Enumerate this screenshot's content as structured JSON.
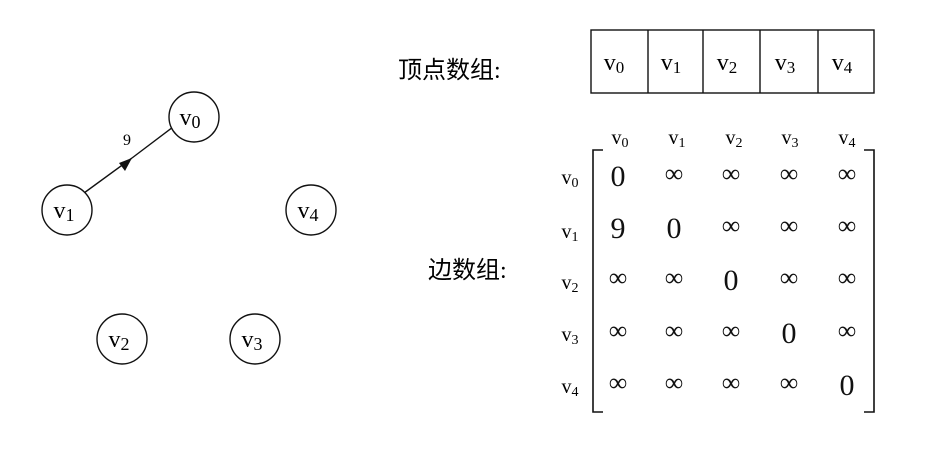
{
  "graph": {
    "nodes": [
      {
        "id": "v0",
        "letter": "v",
        "sub": "0"
      },
      {
        "id": "v1",
        "letter": "v",
        "sub": "1"
      },
      {
        "id": "v2",
        "letter": "v",
        "sub": "2"
      },
      {
        "id": "v3",
        "letter": "v",
        "sub": "3"
      },
      {
        "id": "v4",
        "letter": "v",
        "sub": "4"
      }
    ],
    "edges": [
      {
        "from": "v1",
        "to": "v0",
        "weight": "9"
      }
    ]
  },
  "vertex_array": {
    "label": "顶点数组:",
    "cells": [
      {
        "letter": "v",
        "sub": "0"
      },
      {
        "letter": "v",
        "sub": "1"
      },
      {
        "letter": "v",
        "sub": "2"
      },
      {
        "letter": "v",
        "sub": "3"
      },
      {
        "letter": "v",
        "sub": "4"
      }
    ]
  },
  "edge_array": {
    "label": "边数组:",
    "col_headers": [
      {
        "letter": "v",
        "sub": "0"
      },
      {
        "letter": "v",
        "sub": "1"
      },
      {
        "letter": "v",
        "sub": "2"
      },
      {
        "letter": "v",
        "sub": "3"
      },
      {
        "letter": "v",
        "sub": "4"
      }
    ],
    "row_headers": [
      {
        "letter": "v",
        "sub": "0"
      },
      {
        "letter": "v",
        "sub": "1"
      },
      {
        "letter": "v",
        "sub": "2"
      },
      {
        "letter": "v",
        "sub": "3"
      },
      {
        "letter": "v",
        "sub": "4"
      }
    ],
    "matrix": [
      [
        "0",
        "∞",
        "∞",
        "∞",
        "∞"
      ],
      [
        "9",
        "0",
        "∞",
        "∞",
        "∞"
      ],
      [
        "∞",
        "∞",
        "0",
        "∞",
        "∞"
      ],
      [
        "∞",
        "∞",
        "∞",
        "0",
        "∞"
      ],
      [
        "∞",
        "∞",
        "∞",
        "∞",
        "0"
      ]
    ]
  }
}
